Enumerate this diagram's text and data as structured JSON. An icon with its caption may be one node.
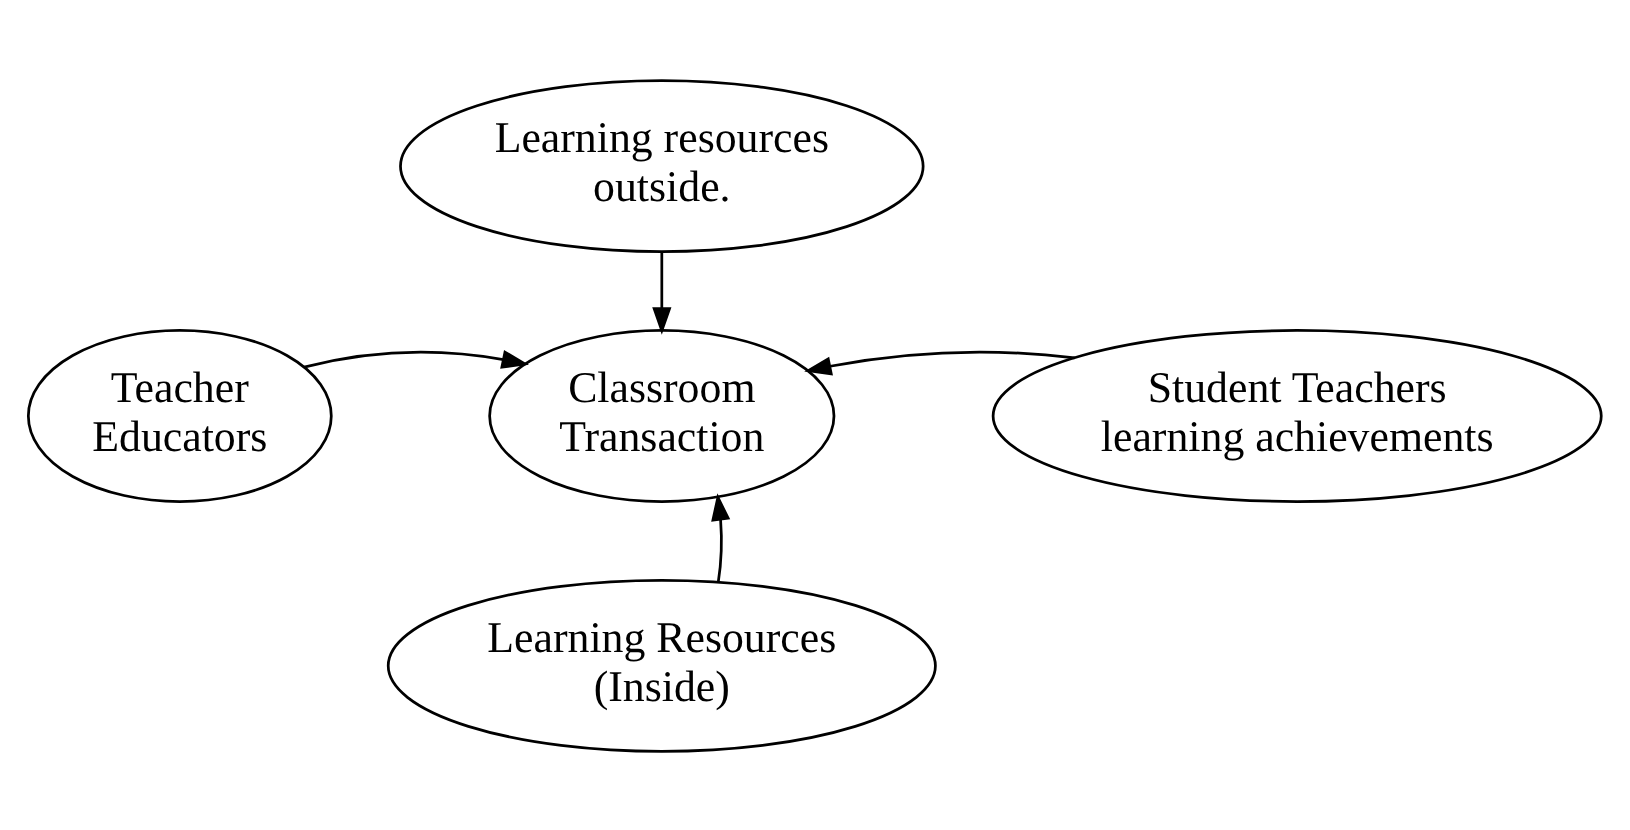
{
  "diagram": {
    "nodes": [
      {
        "text": [
          "Learning resources outside."
        ]
      },
      {
        "text": [
          "Teacher Educators"
        ]
      },
      {
        "text": [
          "Classroom Transaction"
        ]
      },
      {
        "text": [
          "Student Teachers learning achievements"
        ]
      },
      {
        "text": [
          "Learning Resources (Inside)"
        ]
      }
    ],
    "edges": [
      {
        "from": 0,
        "to": 2,
        "arrow": "to"
      },
      {
        "from": 1,
        "to": 2,
        "arrow": "to"
      },
      {
        "from": 3,
        "to": 2,
        "arrow": "to"
      },
      {
        "from": 4,
        "to": 2,
        "arrow": "to"
      }
    ]
  }
}
